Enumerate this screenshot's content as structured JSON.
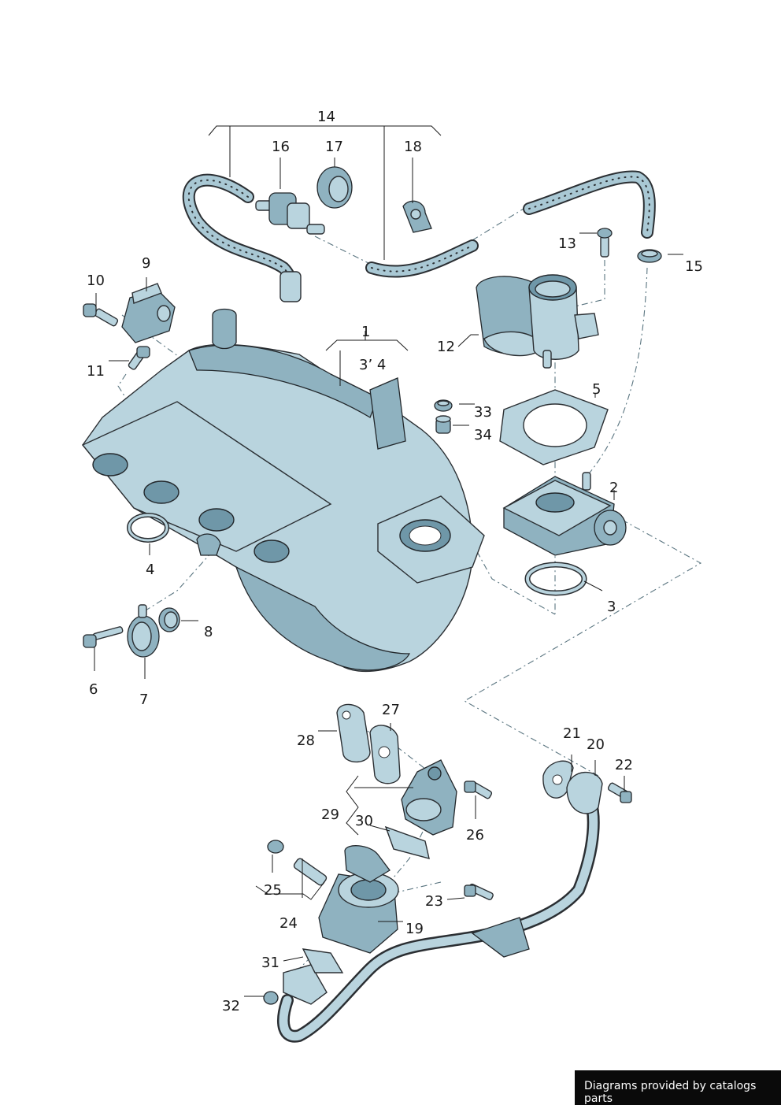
{
  "callouts": {
    "c1": "1",
    "c2": "2",
    "c3": "3",
    "c34a": "3’ 4",
    "c4": "4",
    "c5": "5",
    "c6": "6",
    "c7": "7",
    "c8": "8",
    "c9": "9",
    "c10": "10",
    "c11": "11",
    "c12": "12",
    "c13": "13",
    "c14": "14",
    "c15": "15",
    "c16": "16",
    "c17": "17",
    "c18": "18",
    "c19": "19",
    "c20": "20",
    "c21": "21",
    "c22": "22",
    "c23": "23",
    "c24": "24",
    "c25": "25",
    "c26": "26",
    "c27": "27",
    "c28": "28",
    "c29": "29",
    "c30": "30",
    "c31": "31",
    "c32": "32",
    "c33": "33",
    "c34": "34"
  },
  "credit": "Diagrams provided by catalogs parts",
  "colors": {
    "part": "#b9d4de",
    "part_dark": "#6f97a8",
    "outline": "#2b2f33",
    "background": "#ffffff"
  }
}
